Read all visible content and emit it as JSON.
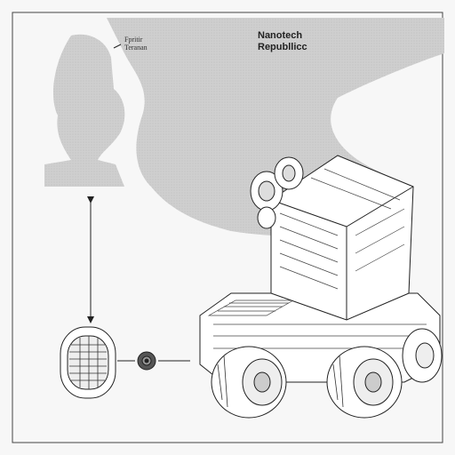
{
  "labels": {
    "small_line1": "Fpritir",
    "small_line2": "Teranan",
    "brand_line1": "Nanotech",
    "brand_line2": "Republlicc"
  },
  "colors": {
    "background": "#f7f7f7",
    "silhouette": "#cfcfcf",
    "ink": "#222222"
  }
}
